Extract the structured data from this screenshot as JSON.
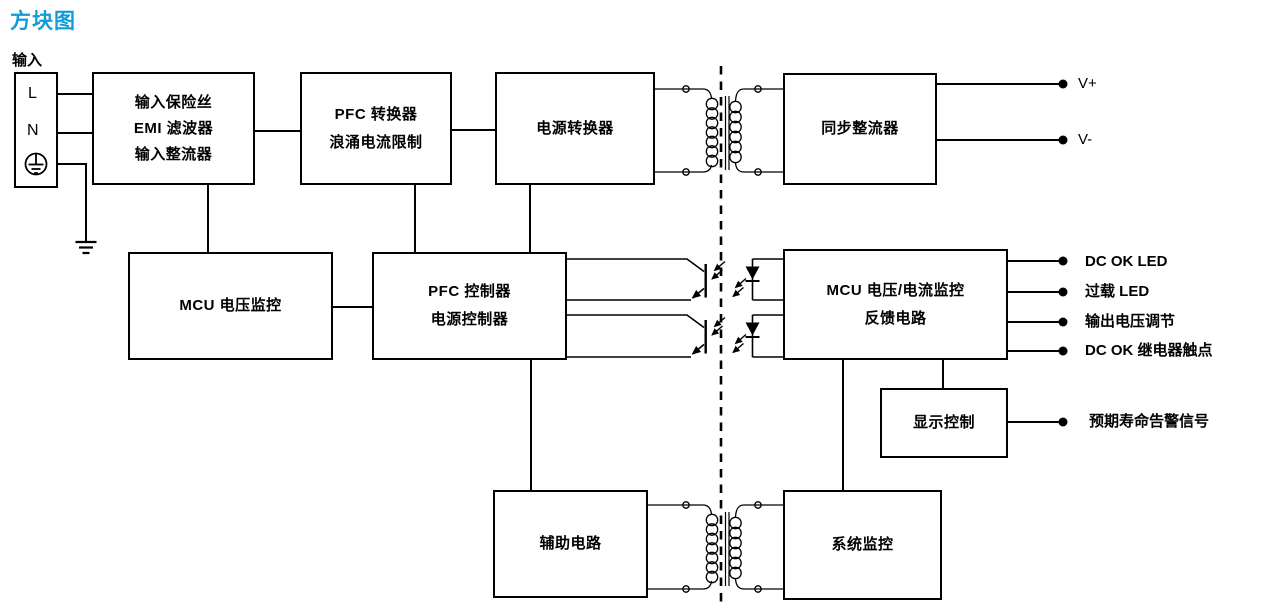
{
  "title": "方块图",
  "colors": {
    "accent": "#0f9cd8",
    "diagram": "#000000",
    "background": "#ffffff"
  },
  "input": {
    "label": "输入",
    "pin_l": "L",
    "pin_n": "N"
  },
  "blocks": {
    "input_fuse": {
      "line1": "输入保险丝",
      "line2": "EMI 滤波器",
      "line3": "输入整流器"
    },
    "pfc_converter": {
      "line1": "PFC 转换器",
      "line2": "浪涌电流限制"
    },
    "power_converter": {
      "line1": "电源转换器"
    },
    "sync_rectifier": {
      "line1": "同步整流器"
    },
    "mcu_voltage_monitor": {
      "line1": "MCU 电压监控"
    },
    "pfc_controller": {
      "line1": "PFC 控制器",
      "line2": "电源控制器"
    },
    "mcu_vi_monitor": {
      "line1": "MCU 电压/电流监控",
      "line2": "反馈电路"
    },
    "display_control": {
      "line1": "显示控制"
    },
    "aux_circuit": {
      "line1": "辅助电路"
    },
    "system_monitor": {
      "line1": "系统监控"
    }
  },
  "outputs": {
    "v_plus": "V+",
    "v_minus": "V-",
    "dc_ok_led": "DC OK LED",
    "overload_led": "过载 LED",
    "voltage_adjust": "输出电压调节",
    "dc_ok_relay": "DC OK 继电器触点",
    "life_alarm": "预期寿命告警信号"
  },
  "icons": {
    "earth": "protective-earth-icon",
    "ground": "chassis-ground-icon",
    "transformer_main": "transformer-icon",
    "transformer_aux": "transformer-icon",
    "optocoupler_top": "optocoupler-icon",
    "optocoupler_bottom": "optocoupler-icon",
    "isolation": "dashed-isolation-barrier"
  }
}
